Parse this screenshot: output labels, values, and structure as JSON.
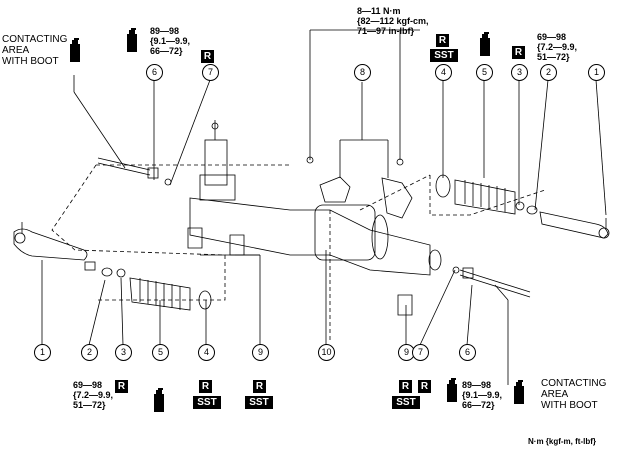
{
  "contact_note": {
    "line1": "CONTACTING",
    "line2": "AREA",
    "line3": "WITH BOOT"
  },
  "torque_top_left": {
    "line1": "89—98",
    "line2": "{9.1—9.9,",
    "line3": "66—72}"
  },
  "torque_top_mid": {
    "line1": "8—11 N·m",
    "line2": "{82—112 kgf-cm,",
    "line3": "71—97 in-lbf}"
  },
  "torque_top_right": {
    "line1": "69—98",
    "line2": "{7.2—9.9,",
    "line3": "51—72}"
  },
  "torque_bot_left": {
    "line1": "69—98",
    "line2": "{7.2—9.9,",
    "line3": "51—72}"
  },
  "torque_bot_right": {
    "line1": "89—98",
    "line2": "{9.1—9.9,",
    "line3": "66—72}"
  },
  "badges": {
    "r": "R",
    "sst": "SST"
  },
  "grease": "GREASE",
  "callouts": [
    "1",
    "2",
    "3",
    "4",
    "5",
    "6",
    "7",
    "8",
    "9",
    "10"
  ],
  "units_note": "N·m {kgf-m, ft-lbf}"
}
